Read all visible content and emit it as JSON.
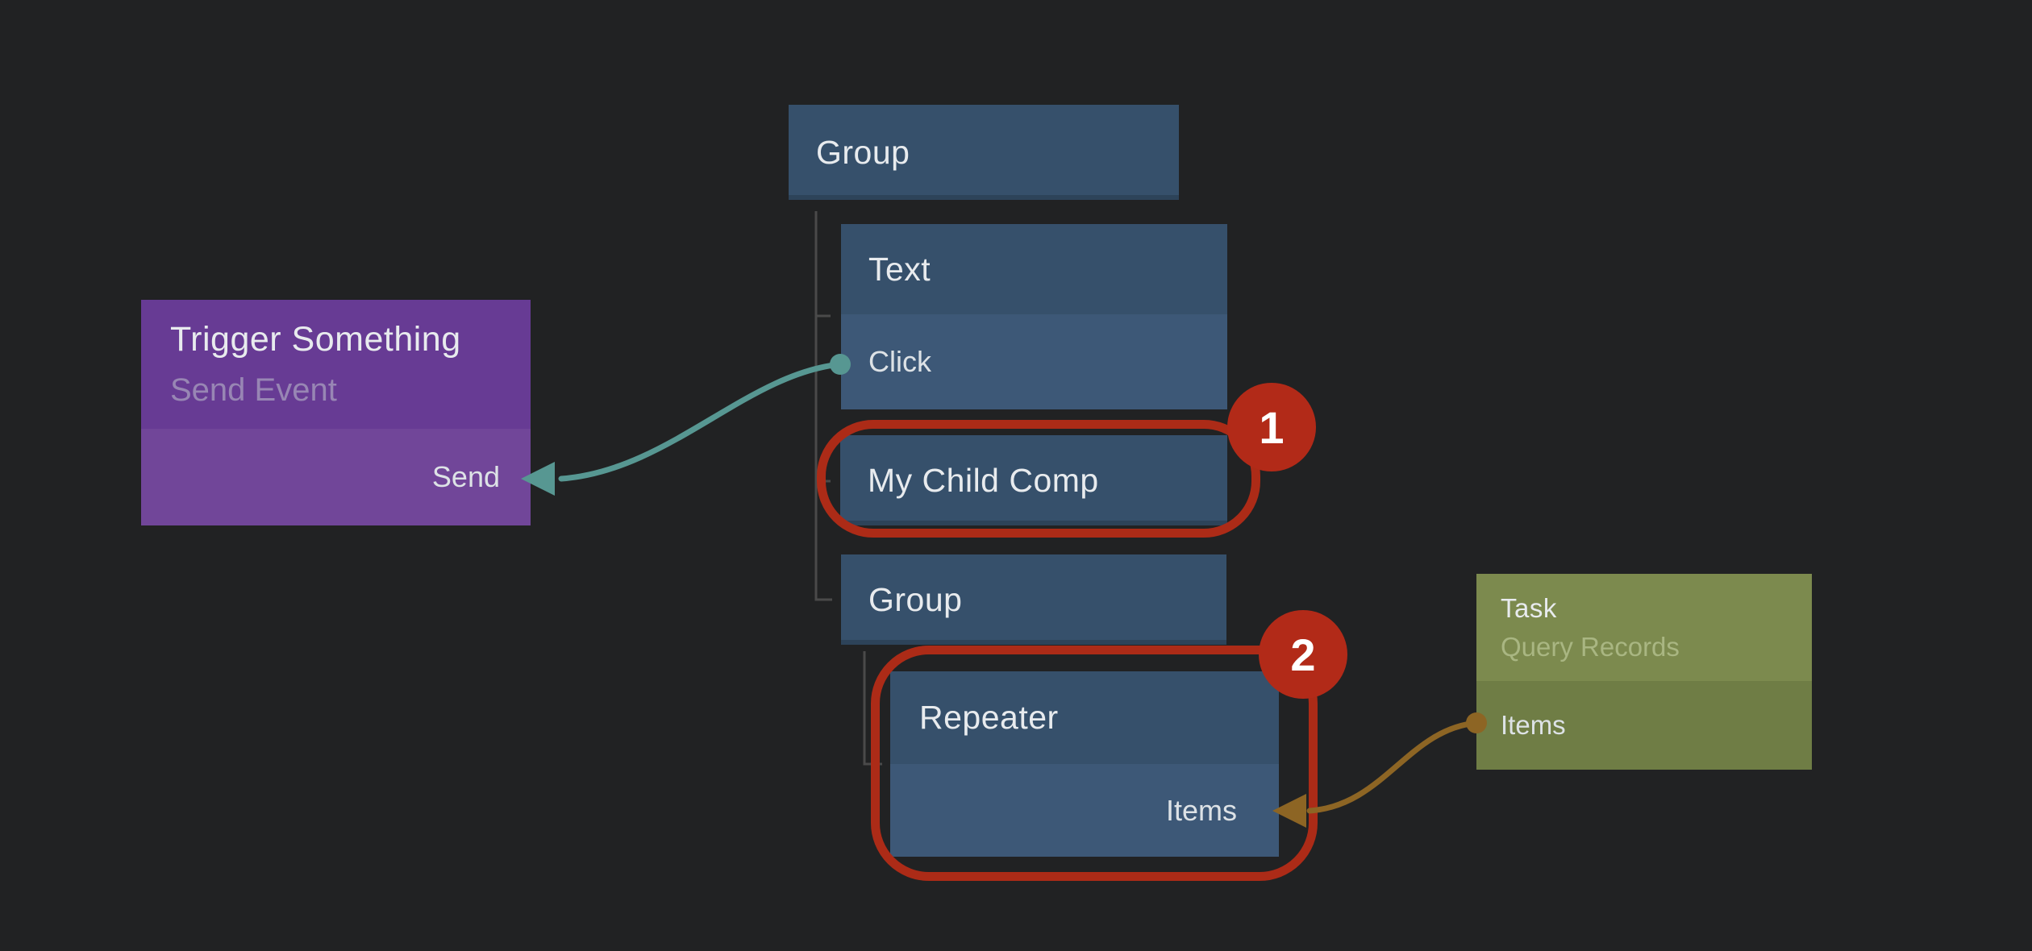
{
  "canvas": {
    "description": "Node-graph editor view showing a visual component tree connected to logic nodes, with two red numbered callout annotations",
    "background_color": "#212223"
  },
  "colors": {
    "node_blue_header": "#36506b",
    "node_blue_body": "#3d5877",
    "node_purple_header": "#673b94",
    "node_purple_body": "#714699",
    "node_green_header": "#7c8a4e",
    "node_green_body": "#6f7d45",
    "annotation_red": "#b22a18",
    "wire_teal": "#579792",
    "wire_orange": "#8d6524",
    "tree_line_grey": "#4a4a4a"
  },
  "nodes": {
    "group1": {
      "title": "Group"
    },
    "text": {
      "title": "Text",
      "ports": {
        "click": {
          "label": "Click",
          "type": "signal-output"
        }
      }
    },
    "trigger": {
      "title": "Trigger Something",
      "subtitle": "Send Event",
      "ports": {
        "send": {
          "label": "Send",
          "type": "signal-input"
        }
      }
    },
    "mychild": {
      "title": "My Child Comp"
    },
    "group2": {
      "title": "Group"
    },
    "repeater": {
      "title": "Repeater",
      "ports": {
        "items": {
          "label": "Items",
          "type": "data-input"
        }
      }
    },
    "task": {
      "title": "Task",
      "subtitle": "Query Records",
      "ports": {
        "items": {
          "label": "Items",
          "type": "data-output"
        }
      }
    }
  },
  "connections": [
    {
      "from": "text.click",
      "to": "trigger.send",
      "color": "#579792"
    },
    {
      "from": "task.items",
      "to": "repeater.items",
      "color": "#8d6524"
    }
  ],
  "annotations": {
    "badge1": {
      "label": "1",
      "target": "mychild"
    },
    "badge2": {
      "label": "2",
      "target": "repeater"
    }
  }
}
